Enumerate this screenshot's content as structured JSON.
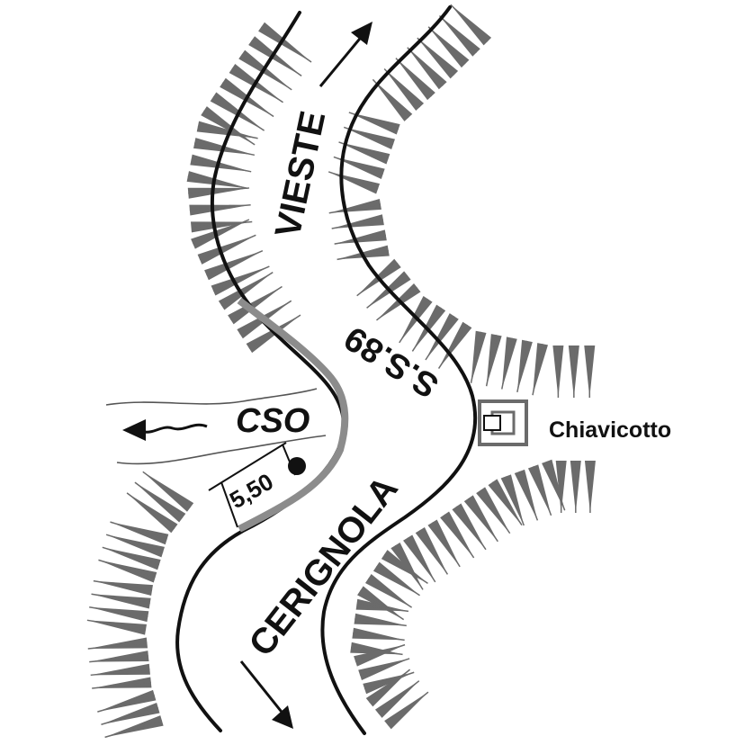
{
  "labels": {
    "vieste": "VIESTE",
    "cerignola": "CERIGNOLA",
    "road": "S.S.89",
    "stream": "CSO",
    "structure": "Chiavicotto",
    "distance": "5,50"
  },
  "icons": {
    "direction_north": "arrow-up-right-icon",
    "direction_south": "arrow-down-right-icon",
    "flow": "wavy-arrow-left-icon",
    "point": "filled-circle-icon",
    "culvert": "box-culvert-icon"
  },
  "colors": {
    "ink": "#111111",
    "guardrail": "#8c8c8c",
    "hatch": "#6b6b6b"
  }
}
